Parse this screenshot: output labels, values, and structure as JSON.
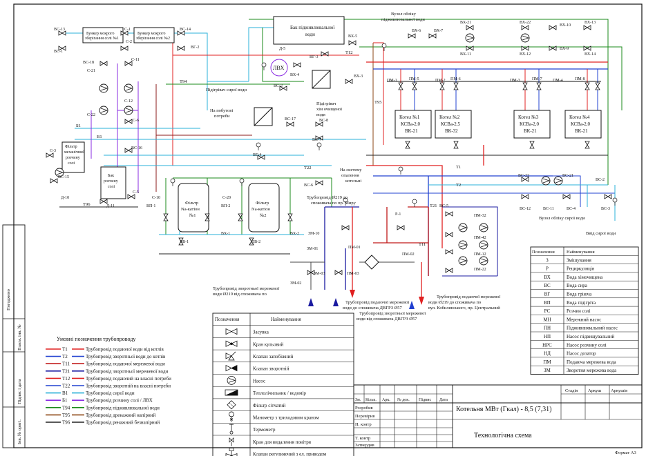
{
  "colors": {
    "t1": "#e02020",
    "t2": "#2040d0",
    "t11": "#c01818",
    "t21": "#1a1aa0",
    "t12": "#e02020",
    "t22": "#2040d0",
    "b1": "#2ab0d8",
    "bc": "#8a2be2",
    "t94": "#1a8a1a",
    "t95": "#8b4513",
    "t96": "#222222",
    "frame": "#111111"
  },
  "tanks": {
    "bunker1": [
      "Бункер мокрого",
      "зберігання солі №1"
    ],
    "bunker2": [
      "Бункер мокрого",
      "зберігання солі №2"
    ],
    "feed_tank": [
      "Бак підживлювальної",
      "води"
    ],
    "salt_filter": [
      "Фільтр",
      "механічний",
      "розчину",
      "солі"
    ],
    "salt_tank": [
      "Бак",
      "розчину",
      "солі"
    ],
    "na_filter1": [
      "Фільтр",
      "Na-катіон",
      "№1"
    ],
    "na_filter2": [
      "Фільтр",
      "Na-катіон",
      "№2"
    ],
    "lvx": "ЛВХ"
  },
  "boilers": [
    {
      "lines": [
        "Котел №1",
        "КСВа-2,0",
        "ВК-21"
      ]
    },
    {
      "lines": [
        "Котел №2",
        "КСВа-2,5",
        "ВК-32"
      ]
    },
    {
      "lines": [
        "Котел №3",
        "КСВа-2,0",
        "ВК-21"
      ]
    },
    {
      "lines": [
        "Котел №4",
        "КСВа-2,0",
        "ВК-21"
      ]
    }
  ],
  "labels": {
    "raw_heater": "Підігрівач сирої води",
    "chem_heater": [
      "Підігрівач",
      "хім очищеної",
      "води"
    ],
    "own_needs": [
      "На побутові",
      "потреби"
    ],
    "heating": [
      "На систему",
      "опалення",
      "котельні"
    ],
    "meter_top": [
      "Вузол обліку",
      "підживлювальної води"
    ],
    "meter_right": "Вузол обліку сирої води",
    "raw_input": "Ввід сирої води",
    "pipe_supply_mira": [
      "Трубопровід      Ø219 до",
      "споживача по пр. Миру"
    ],
    "pipe_return_left": [
      "Трубопровід зворотньої мережевої",
      "води      Ø219     від споживача по"
    ],
    "pipe_supply_dvgrz": [
      "Трубопровід подаючої мережевої",
      "води до споживача ДВГРЗ  Ø57"
    ],
    "pipe_return_dvgrz": [
      "Трубопровід зворотньої мережевої",
      "води від споживача ДВГРЗ  Ø57"
    ],
    "pipe_right_kob": [
      "Трубопровід подаючої мережевої",
      "води              Ø219    до споживача по",
      "вул. Кобилянського, пр. Центральний"
    ]
  },
  "valve_tags": [
    "ВС-13",
    "ВС-1",
    "С-1",
    "С-2",
    "ВС-14",
    "ВГ-2",
    "ВС-18",
    "С-21",
    "С-11",
    "С-22",
    "С-12",
    "С-6",
    "С-3",
    "ВС-16",
    "ВС-15",
    "Д-10",
    "Д-11",
    "С-5",
    "ВХ-5",
    "Д-5",
    "ВГ-3",
    "ВС-2",
    "ВХ-4",
    "ВХ-3",
    "ВС-17",
    "ВС-8",
    "ВС-7",
    "ВГ-4",
    "ВС-6",
    "ВХ-6",
    "ВХ-7",
    "ВХ-21",
    "ВХ-11",
    "ВХ-22",
    "ВХ-12",
    "ВХ-10",
    "ВХ-9",
    "ВХ-13",
    "ВХ-14",
    "ПМ-1",
    "ПМ-5",
    "ПМ-2",
    "ПМ-6",
    "ПМ-3",
    "ПМ-7",
    "ПМ-4",
    "ПМ-8",
    "ВП-1",
    "ВП-2",
    "С-10",
    "С-20",
    "ДВ-1",
    "ДВ-2",
    "ВХ-1",
    "ВХ-2",
    "ЗМ-01",
    "ЗМ-02",
    "ЗМ-03",
    "ЗМ-10",
    "ПМ-01",
    "ПМ-02",
    "ПМ-03",
    "Р-1",
    "ВС-22",
    "ВС-21",
    "ВС-12",
    "ВС-11",
    "ВС-4",
    "ВС-3",
    "ВС-5",
    "ВС-2",
    "ПМ-32",
    "ПМ-42",
    "ПМ-12",
    "ПМ-22"
  ],
  "pipe_tags": [
    "Т1",
    "Т2",
    "Т11",
    "Т21",
    "Т12",
    "Т22",
    "В1",
    "Б1",
    "Т94",
    "Т95",
    "Т96"
  ],
  "abbr_table": {
    "header": [
      "Позначення",
      "Найменування"
    ],
    "rows": [
      [
        "З",
        "Змішування"
      ],
      [
        "Р",
        "Рециркуляція"
      ],
      [
        "ВХ",
        "Вода хімочищена"
      ],
      [
        "ВС",
        "Вода сира"
      ],
      [
        "ВГ",
        "Вода гріюча"
      ],
      [
        "ВП",
        "Вода підігріта"
      ],
      [
        "РС",
        "Розчин солі"
      ],
      [
        "МН",
        "Мережний насос"
      ],
      [
        "ПН",
        "Підживлювальний насос"
      ],
      [
        "НП",
        "Насос підвищувальний"
      ],
      [
        "НРС",
        "Насос розчину солі"
      ],
      [
        "НД",
        "Насос дозатор"
      ],
      [
        "ПМ",
        "Подаюча мережева вода"
      ],
      [
        "ЗМ",
        "Зворотня мережева вода"
      ]
    ]
  },
  "symbol_table": {
    "header": [
      "Позначення",
      "Найменування"
    ],
    "rows": [
      "Засувка",
      "Кран кульовий",
      "Клапан запобіжний",
      "Клапан зворотній",
      "Насос",
      "Теплолічильник / водомір",
      "Фільтр сітчатий",
      "Манометр з триходовим краном",
      "Термометр",
      "Кран для видалення повітря",
      "Клапан регулюючий з ел. приводом"
    ]
  },
  "legend": {
    "title": "Умовні позначення трубопроводу",
    "items": [
      {
        "code": "Т1",
        "key": "t1",
        "text": "Трубопровід подаючої води від котлів"
      },
      {
        "code": "Т2",
        "key": "t2",
        "text": "Трубопровід зворотньої води до котлів"
      },
      {
        "code": "Т11",
        "key": "t11",
        "text": "Трубопровід подаючої мережевої води"
      },
      {
        "code": "Т21",
        "key": "t21",
        "text": "Трубопровід зворотньої мережевої води"
      },
      {
        "code": "Т12",
        "key": "t12",
        "text": "Трубопровід подаючий на власні потреби"
      },
      {
        "code": "Т22",
        "key": "t22",
        "text": "Трубопровід зворотній на власні потреби"
      },
      {
        "code": "В1",
        "key": "b1",
        "text": "Трубопровід сирої води"
      },
      {
        "code": "Б1",
        "key": "bc",
        "text": "Трубопровід розчину солі / ЛВХ"
      },
      {
        "code": "Т94",
        "key": "t94",
        "text": "Трубопровід підживлювальної води"
      },
      {
        "code": "Т95",
        "key": "t95",
        "text": "Трубопровід дренажний напірний"
      },
      {
        "code": "Т96",
        "key": "t96",
        "text": "Трубопровід ренажний безнапірний"
      }
    ]
  },
  "side_stamp": [
    "Погоджено",
    "Взаєм. інв. №",
    "Підпис і дата",
    "Інв. № оригі."
  ],
  "title_block": {
    "cols": [
      "Зм.",
      "Кільк.",
      "Арк.",
      "№ док.",
      "Підпис",
      "Дата"
    ],
    "roles": [
      "Розробив",
      "Перевірив",
      "Н. контр",
      "Т. контр",
      "Затвердив"
    ],
    "name": "Котельня МВт (Гкал) - 8,5 (7,31)",
    "sheet_title": "Технологічна схема",
    "stage": "Стадія",
    "sheet": "Аркуш",
    "sheets": "Аркушів"
  },
  "format": "Формат А3"
}
